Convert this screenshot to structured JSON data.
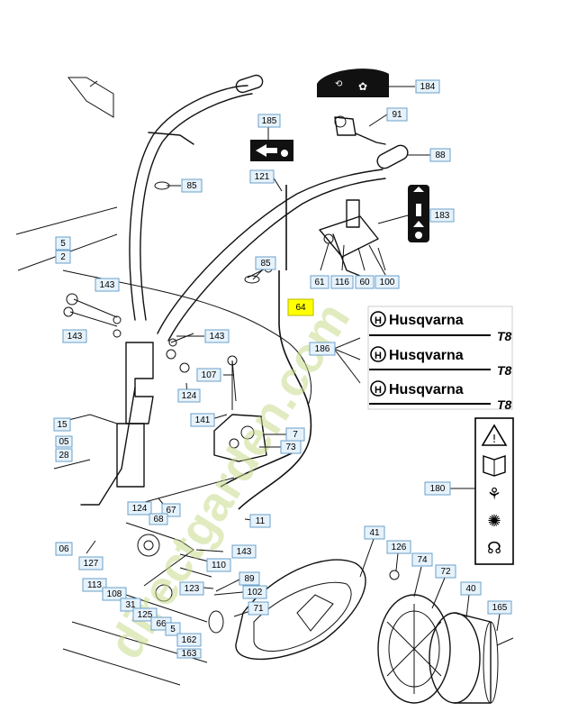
{
  "watermark_text": "directgarden.com",
  "decal": {
    "brand": "Husqvarna",
    "model": "T8"
  },
  "highlighted_label": "64",
  "labels": [
    {
      "id": "184"
    },
    {
      "id": "91"
    },
    {
      "id": "185"
    },
    {
      "id": "88"
    },
    {
      "id": "121"
    },
    {
      "id": "85a",
      "text": "85"
    },
    {
      "id": "183"
    },
    {
      "id": "85b",
      "text": "85"
    },
    {
      "id": "61"
    },
    {
      "id": "116"
    },
    {
      "id": "60"
    },
    {
      "id": "100"
    },
    {
      "id": "64"
    },
    {
      "id": "143a",
      "text": "143"
    },
    {
      "id": "143b",
      "text": "143"
    },
    {
      "id": "143c",
      "text": "143"
    },
    {
      "id": "186"
    },
    {
      "id": "107"
    },
    {
      "id": "124"
    },
    {
      "id": "141"
    },
    {
      "id": "7"
    },
    {
      "id": "73"
    },
    {
      "id": "180"
    },
    {
      "id": "124b",
      "text": "124"
    },
    {
      "id": "67"
    },
    {
      "id": "68"
    },
    {
      "id": "11"
    },
    {
      "id": "143d",
      "text": "143"
    },
    {
      "id": "110"
    },
    {
      "id": "89"
    },
    {
      "id": "123"
    },
    {
      "id": "102"
    },
    {
      "id": "71"
    },
    {
      "id": "41"
    },
    {
      "id": "126"
    },
    {
      "id": "74"
    },
    {
      "id": "72"
    },
    {
      "id": "40"
    },
    {
      "id": "165"
    },
    {
      "id": "127"
    },
    {
      "id": "113"
    },
    {
      "id": "108"
    },
    {
      "id": "31"
    },
    {
      "id": "125"
    },
    {
      "id": "66"
    },
    {
      "id": "5"
    },
    {
      "id": "162"
    },
    {
      "id": "163"
    },
    {
      "id": "15"
    },
    {
      "id": "05"
    },
    {
      "id": "28"
    },
    {
      "id": "06"
    },
    {
      "id": "5b",
      "text": "5"
    },
    {
      "id": "2"
    }
  ],
  "colors": {
    "label_fill": "#e6f2fb",
    "label_border": "#6aa0c8",
    "highlight": "#ffff00",
    "watermark": "#c9dc8d"
  },
  "icons": [
    "warning-icon",
    "manual-icon",
    "rotating-tine-icon",
    "feet-hazard-icon",
    "ear-protection-icon"
  ]
}
